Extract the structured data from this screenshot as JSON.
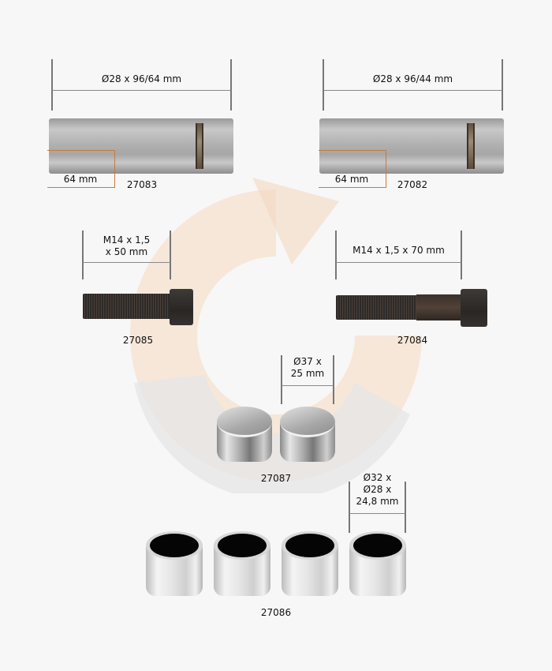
{
  "background": {
    "color": "#f7f7f7",
    "watermark_colors": [
      "#f6e2cf",
      "#e8e8e8"
    ]
  },
  "parts": [
    {
      "id": "27083",
      "type": "pin",
      "dimension": "Ø28 x 96/64 mm",
      "sub_dimension": "64 mm"
    },
    {
      "id": "27082",
      "type": "pin",
      "dimension": "Ø28 x 96/44 mm",
      "sub_dimension": "64 mm"
    },
    {
      "id": "27085",
      "type": "bolt",
      "dimension_line1": "M14 x 1,5",
      "dimension_line2": "x 50 mm"
    },
    {
      "id": "27084",
      "type": "bolt",
      "dimension": "M14 x 1,5 x 70 mm"
    },
    {
      "id": "27087",
      "type": "piston",
      "quantity": 2,
      "dimension_line1": "Ø37 x",
      "dimension_line2": "25 mm"
    },
    {
      "id": "27086",
      "type": "bushing",
      "quantity": 4,
      "dimension_line1": "Ø32 x",
      "dimension_line2": "Ø28 x",
      "dimension_line3": "24,8 mm"
    }
  ],
  "colors": {
    "dimension_line": "#777777",
    "sub_dimension_box": "#c87a3a",
    "text": "#111111"
  }
}
